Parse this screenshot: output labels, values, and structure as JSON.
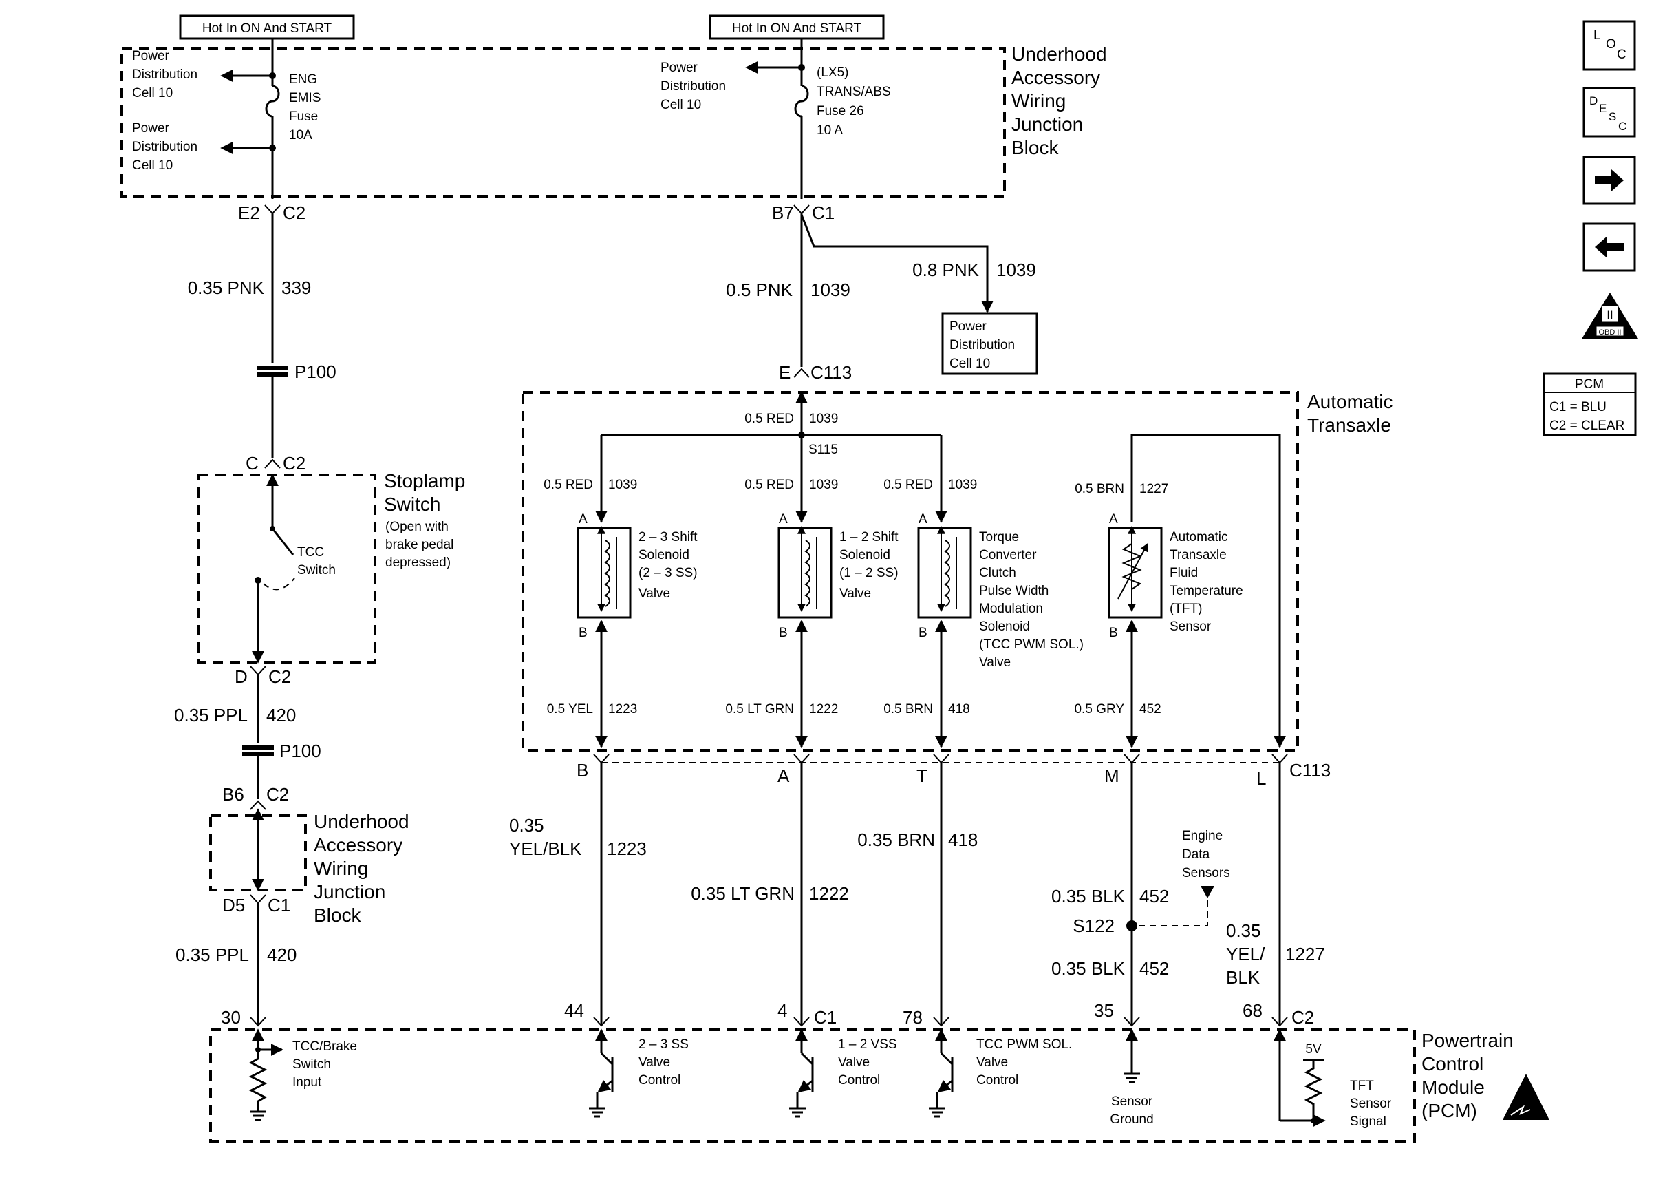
{
  "hot_labels": {
    "left": "Hot In ON And START",
    "right": "Hot In ON And START"
  },
  "junction_block": [
    "Underhood",
    "Accessory",
    "Wiring",
    "Junction",
    "Block"
  ],
  "power_dist": {
    "l1": "Power",
    "l2": "Distribution",
    "l3": "Cell 10"
  },
  "fuse_eng": [
    "ENG",
    "EMIS",
    "Fuse",
    "10A"
  ],
  "fuse_trans": [
    "(LX5)",
    "TRANS/ABS",
    "Fuse 26",
    "10 A"
  ],
  "connectors": {
    "e2": "E2",
    "c2a": "C2",
    "b7": "B7",
    "c1a": "C1",
    "e": "E",
    "c113a": "C113",
    "c_pin": "C",
    "c2b": "C2",
    "d_pin": "D",
    "c2c": "C2",
    "b6": "B6",
    "c2d": "C2",
    "d5": "D5",
    "c1b": "C1",
    "p100a": "P100",
    "p100b": "P100",
    "s115": "S115",
    "s122": "S122",
    "pin_b": "B",
    "pin_a": "A",
    "pin_t": "T",
    "pin_m": "M",
    "pin_l": "L",
    "c113b": "C113",
    "p30": "30",
    "p44": "44",
    "p4": "4",
    "c1c": "C1",
    "p78": "78",
    "p35": "35",
    "p68": "68",
    "c2e": "C2",
    "sa": "A",
    "sb": "B"
  },
  "wires": {
    "pnk339_g": "0.35 PNK",
    "pnk339_n": "339",
    "pnk1039_g": "0.5 PNK",
    "pnk1039_n": "1039",
    "pnk08_g": "0.8 PNK",
    "pnk08_n": "1039",
    "red_g": "0.5 RED",
    "red_n": "1039",
    "brn1227_g": "0.5 BRN",
    "brn1227_n": "1227",
    "yel_g": "0.5 YEL",
    "yel_n": "1223",
    "ltgrn_g": "0.5 LT GRN",
    "ltgrn_n": "1222",
    "brn418_g": "0.5 BRN",
    "brn418_n": "418",
    "gry_g": "0.5 GRY",
    "gry_n": "452",
    "ppl_g": "0.35 PPL",
    "ppl_n": "420",
    "yelblk_g1": "0.35",
    "yelblk_g2": "YEL/BLK",
    "yelblk_n": "1223",
    "ltgrn2_g": "0.35 LT GRN",
    "ltgrn2_n": "1222",
    "brn2_g": "0.35 BRN",
    "brn2_n": "418",
    "blk_g": "0.35 BLK",
    "blk_n": "452",
    "yb1227_g1": "0.35",
    "yb1227_g2": "YEL/",
    "yb1227_g3": "BLK",
    "yb1227_n": "1227"
  },
  "components": {
    "stoplamp": [
      "Stoplamp",
      "Switch"
    ],
    "stoplamp_note": [
      "(Open with",
      "brake pedal",
      "depressed)"
    ],
    "tcc_switch": [
      "TCC",
      "Switch"
    ],
    "transaxle": [
      "Automatic",
      "Transaxle"
    ],
    "sol23": [
      "2 – 3 Shift",
      "Solenoid",
      "(2 – 3 SS)",
      "Valve"
    ],
    "sol12": [
      "1 – 2 Shift",
      "Solenoid",
      "(1 – 2 SS)",
      "Valve"
    ],
    "tcc_pwm": [
      "Torque",
      "Converter",
      "Clutch",
      "Pulse Width",
      "Modulation",
      "Solenoid",
      "(TCC PWM SOL.)",
      "Valve"
    ],
    "tft": [
      "Automatic",
      "Transaxle",
      "Fluid",
      "Temperature",
      "(TFT)",
      "Sensor"
    ],
    "eds": [
      "Engine",
      "Data",
      "Sensors"
    ],
    "pcm": [
      "Powertrain",
      "Control",
      "Module",
      "(PCM)"
    ],
    "pcm_tcc": [
      "TCC/Brake",
      "Switch",
      "Input"
    ],
    "pcm_23": [
      "2 – 3 SS",
      "Valve",
      "Control"
    ],
    "pcm_12": [
      "1 – 2 VSS",
      "Valve",
      "Control"
    ],
    "pcm_tccpwm": [
      "TCC PWM SOL.",
      "Valve",
      "Control"
    ],
    "sensor_ground": [
      "Sensor",
      "Ground"
    ],
    "tft_signal": [
      "TFT",
      "Sensor",
      "Signal"
    ],
    "five_v": "5V"
  },
  "sidebar": {
    "loc": [
      "L",
      "O",
      "C"
    ],
    "desc": [
      "D",
      "E",
      "S",
      "C"
    ],
    "obd": "OBD II",
    "obd_mark": "II",
    "legend_title": "PCM",
    "legend_c1": "C1 = BLU",
    "legend_c2": "C2 = CLEAR"
  }
}
